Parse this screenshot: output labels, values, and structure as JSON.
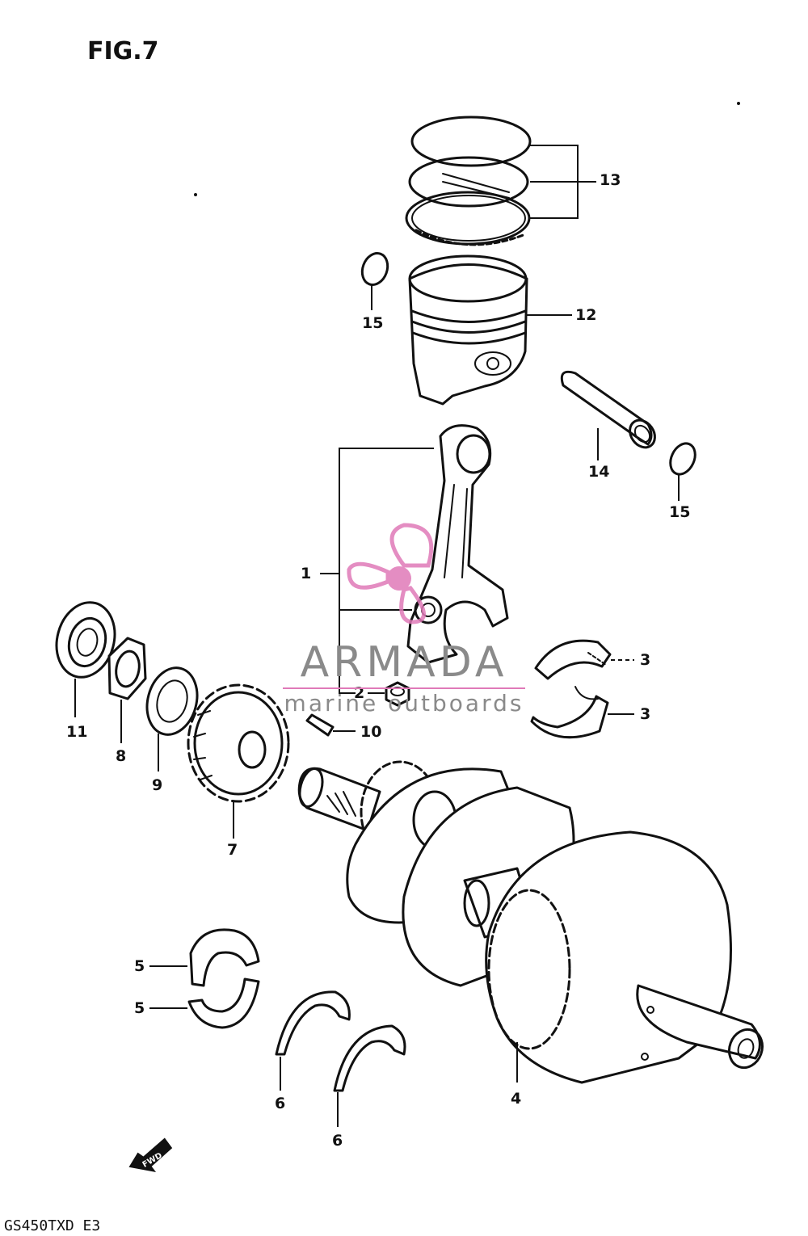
{
  "figure": {
    "title": "FIG.7",
    "footer": "GS450TXD E3",
    "fwd_label": "FWD"
  },
  "watermark": {
    "brand": "ARMADA",
    "tagline": "marine outboards",
    "colors": {
      "logo": "#e07ab8",
      "text": "#8a8a8a"
    }
  },
  "callouts": {
    "c1": "1",
    "c2": "2",
    "c3a": "3",
    "c3b": "3",
    "c4": "4",
    "c5a": "5",
    "c5b": "5",
    "c6a": "6",
    "c6b": "6",
    "c7": "7",
    "c8": "8",
    "c9": "9",
    "c10": "10",
    "c11": "11",
    "c12": "12",
    "c13": "13",
    "c14": "14",
    "c15a": "15",
    "c15b": "15"
  },
  "parts": [
    "piston-rings",
    "piston",
    "piston-circlip-left",
    "piston-pin",
    "piston-circlip-right",
    "connecting-rod",
    "conrod-nut",
    "conrod-bearing-upper",
    "conrod-bearing-lower",
    "oil-seal",
    "nut",
    "washer",
    "primary-drive-gear",
    "key",
    "crankshaft",
    "crank-bearing-upper",
    "crank-bearing-lower",
    "thrust-bearing-left",
    "thrust-bearing-right"
  ]
}
